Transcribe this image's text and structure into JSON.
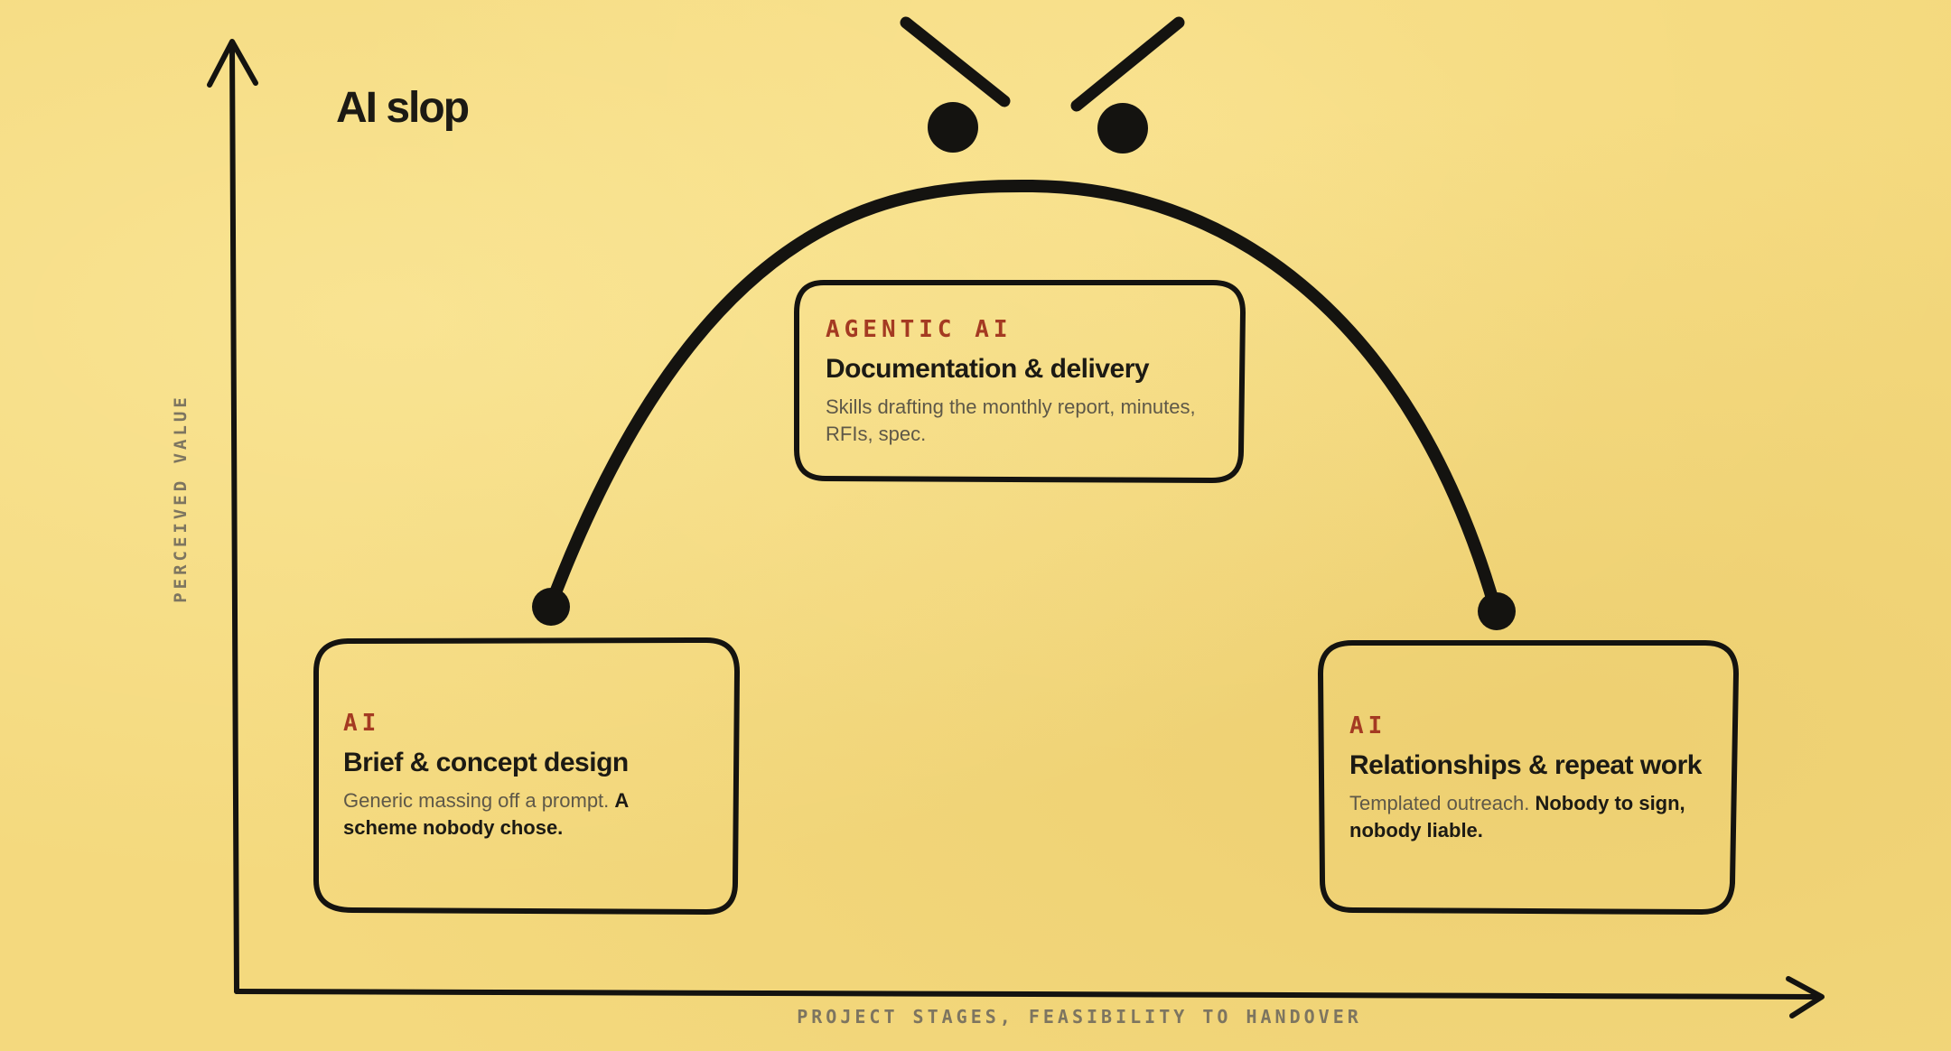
{
  "title": "AI slop",
  "axes": {
    "y_label": "PERCEIVED VALUE",
    "x_label": "PROJECT STAGES, FEASIBILITY TO HANDOVER"
  },
  "cards": [
    {
      "kicker": "AI",
      "heading": "Brief & concept design",
      "body": "Generic massing off a prompt.",
      "body_emphasis": "A scheme nobody chose."
    },
    {
      "kicker": "AGENTIC AI",
      "heading": "Documentation & delivery",
      "body": "Skills drafting the monthly report, minutes, RFIs, spec.",
      "body_emphasis": ""
    },
    {
      "kicker": "AI",
      "heading": "Relationships & repeat work",
      "body": "Templated outreach.",
      "body_emphasis": "Nobody to sign, nobody liable."
    }
  ],
  "colors": {
    "paper": "#f4d97e",
    "ink": "#1c1a14",
    "kicker": "#a43a22",
    "muted_text": "#5e5848",
    "axis_label": "#7d7560"
  }
}
